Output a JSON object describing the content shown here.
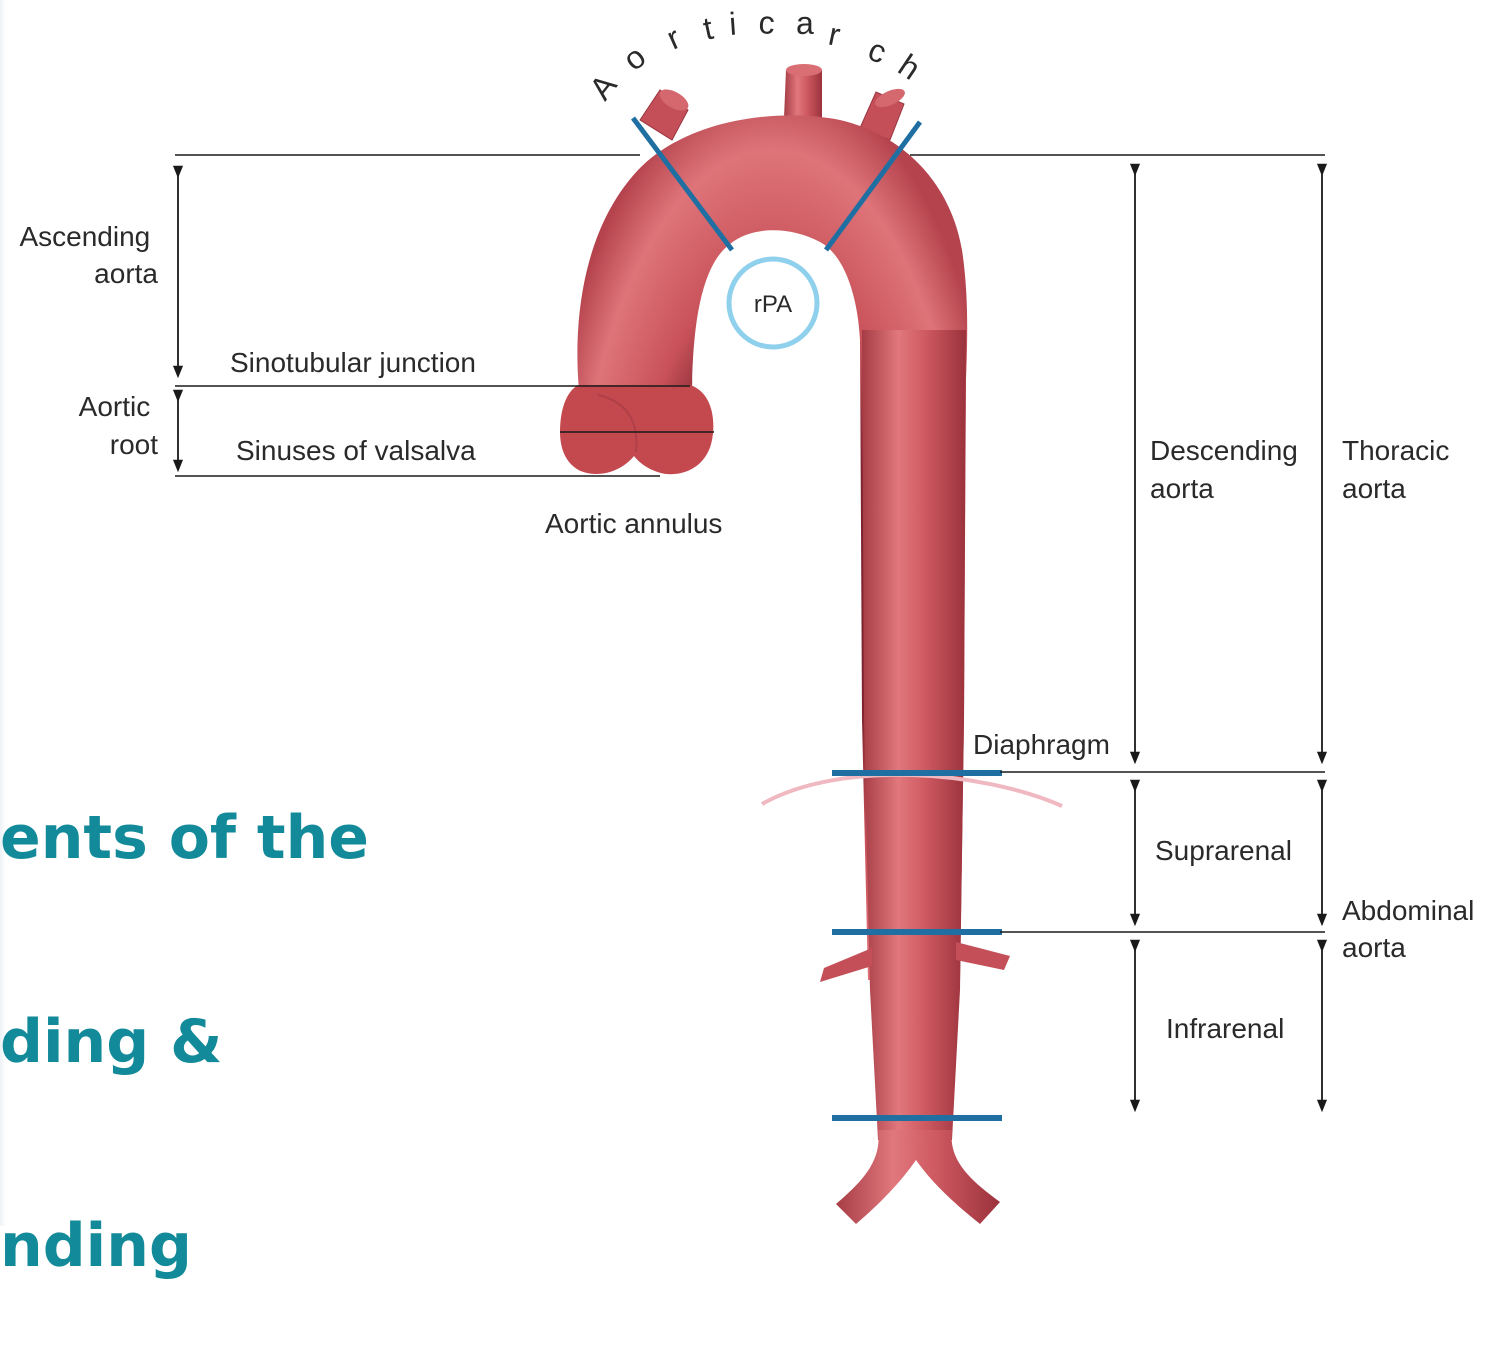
{
  "heading": {
    "lines": [
      "ents of the",
      "ding &",
      "nding"
    ],
    "color": "#128a99"
  },
  "diagram": {
    "arch_label": "Aortic arch",
    "labels": {
      "ascending_aorta": [
        "Ascending",
        "aorta"
      ],
      "sinotubular_junction": "Sinotubular junction",
      "aortic_root": [
        "Aortic",
        "root"
      ],
      "sinuses_of_valsalva": "Sinuses of valsalva",
      "aortic_annulus": "Aortic annulus",
      "rpa": "rPA",
      "descending_aorta": [
        "Descending",
        "aorta"
      ],
      "thoracic_aorta": [
        "Thoracic",
        "aorta"
      ],
      "diaphragm": "Diaphragm",
      "suprarenal": "Suprarenal",
      "abdominal_aorta": [
        "Abdominal",
        "aorta"
      ],
      "infrarenal": "Infrarenal"
    },
    "colors": {
      "vessel": "#c9525a",
      "vessel_highlight": "#e07c80",
      "vessel_shadow": "#9c3540",
      "marker_blue": "#1f6fa3",
      "rpa_ring": "#8fd0ec",
      "diaphragm": "#f0b8c0",
      "line": "#1a1a1a"
    }
  }
}
